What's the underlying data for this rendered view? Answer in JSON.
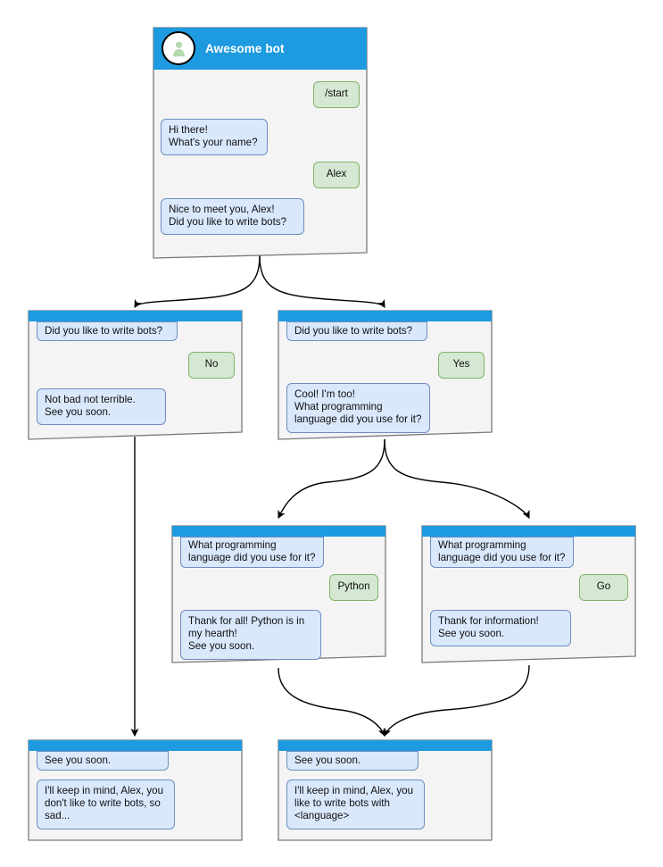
{
  "page": {
    "title": "Awesome bot conversation flow diagram",
    "background_color": "#ffffff"
  },
  "theme": {
    "header_blue": "#1e9ae0",
    "panel_body": "#f4f4f4",
    "panel_border": "#7a7a7a",
    "bot_bubble_fill": "#dae8fc",
    "bot_bubble_border": "#6c8ebf",
    "user_bubble_fill": "#d5e8d4",
    "user_bubble_border": "#82b366",
    "edge_color": "#000000",
    "avatar_person_color": "#b5d9ad"
  },
  "nodes": {
    "root": {
      "header": {
        "avatar_icon": "person-avatar-icon",
        "title": "Awesome bot"
      },
      "messages": [
        {
          "role": "user",
          "text": "/start"
        },
        {
          "role": "bot",
          "text": "Hi there!\nWhat's your name?"
        },
        {
          "role": "user",
          "text": "Alex"
        },
        {
          "role": "bot",
          "text": "Nice to meet you, Alex!\nDid you like to write bots?"
        }
      ]
    },
    "no_branch": {
      "messages": [
        {
          "role": "bot",
          "text": "Did you like to write bots?"
        },
        {
          "role": "user",
          "text": "No"
        },
        {
          "role": "bot",
          "text": "Not bad not terrible.\nSee you soon."
        }
      ]
    },
    "yes_branch": {
      "messages": [
        {
          "role": "bot",
          "text": "Did you like to write bots?"
        },
        {
          "role": "user",
          "text": "Yes"
        },
        {
          "role": "bot",
          "text": "Cool! I'm too!\nWhat programming\nlanguage did you use for it?"
        }
      ]
    },
    "python_branch": {
      "messages": [
        {
          "role": "bot",
          "text": "What programming\nlanguage did you use for it?"
        },
        {
          "role": "user",
          "text": "Python"
        },
        {
          "role": "bot",
          "text": "Thank for all! Python is in\nmy hearth!\nSee you soon."
        }
      ]
    },
    "go_branch": {
      "messages": [
        {
          "role": "bot",
          "text": "What programming\nlanguage did you use for it?"
        },
        {
          "role": "user",
          "text": "Go"
        },
        {
          "role": "bot",
          "text": "Thank for information!\nSee you soon."
        }
      ]
    },
    "end_sad": {
      "messages": [
        {
          "role": "bot",
          "text": "See you soon."
        },
        {
          "role": "bot",
          "text": "I'll keep in mind, Alex, you\ndon't like to write bots, so\nsad..."
        }
      ]
    },
    "end_happy": {
      "messages": [
        {
          "role": "bot",
          "text": "See you soon."
        },
        {
          "role": "bot",
          "text": "I'll keep in mind, Alex, you\nlike to write bots with\n<language>"
        }
      ]
    }
  }
}
